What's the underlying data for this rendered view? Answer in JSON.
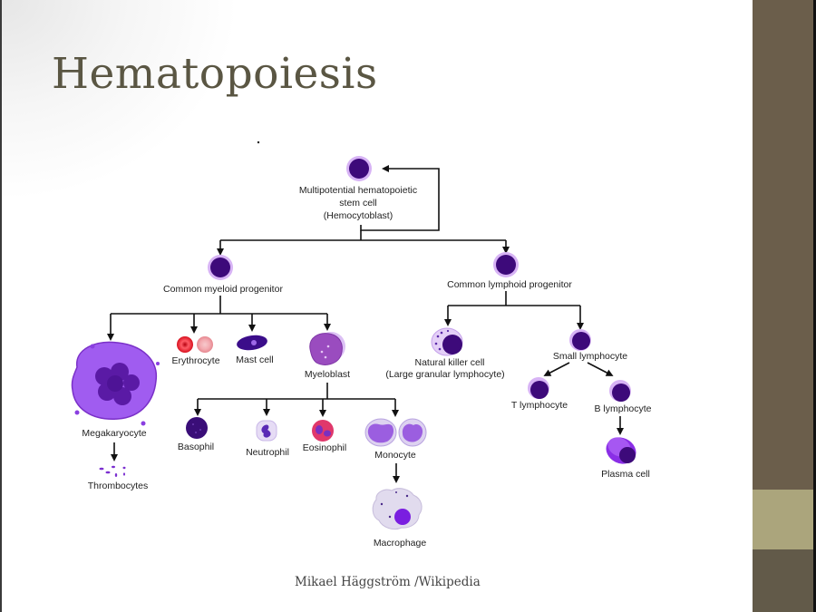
{
  "slide": {
    "title": "Hematopoiesis",
    "credit": "Mikael Häggström /Wikipedia"
  },
  "diagram": {
    "stem_cell": {
      "label_line1": "Multipotential hematopoietic",
      "label_line2": "stem cell",
      "label_line3": "(Hemocytoblast)"
    },
    "myeloid": {
      "progenitor": "Common myeloid progenitor",
      "megakaryocyte": "Megakaryocyte",
      "thrombocytes": "Thrombocytes",
      "erythrocyte": "Erythrocyte",
      "mast_cell": "Mast cell",
      "myeloblast": "Myeloblast",
      "basophil": "Basophil",
      "neutrophil": "Neutrophil",
      "eosinophil": "Eosinophil",
      "monocyte": "Monocyte",
      "macrophage": "Macrophage"
    },
    "lymphoid": {
      "progenitor": "Common lymphoid progenitor",
      "nk_cell_line1": "Natural killer cell",
      "nk_cell_line2": "(Large granular lymphocyte)",
      "small_lymphocyte": "Small lymphocyte",
      "t_lymphocyte": "T lymphocyte",
      "b_lymphocyte": "B lymphocyte",
      "plasma_cell": "Plasma cell"
    }
  },
  "colors": {
    "title": "#5a5643",
    "sidebar": "#6b5e4b",
    "sidebar_stripe": "#aba57c",
    "nucleus": "#3d0a7a",
    "cytoplasm": "#c9a0f0",
    "megakaryocyte": "#9b59e8",
    "erythrocyte": "#e0202e"
  }
}
